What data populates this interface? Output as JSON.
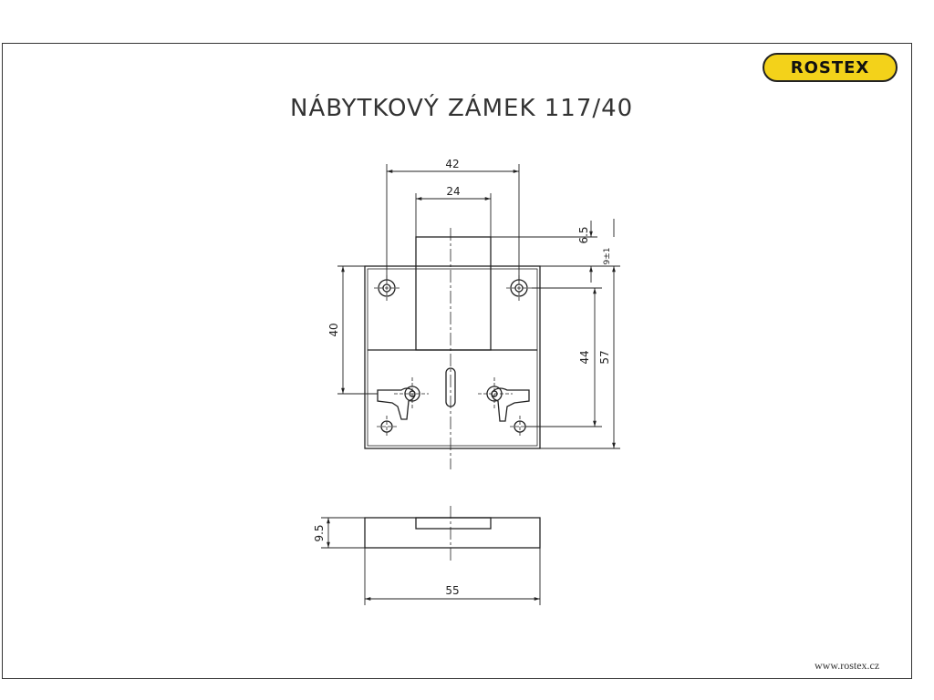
{
  "brand": {
    "logo_text": "ROSTEX",
    "logo_color": "#f3d21a"
  },
  "title": "NÁBYTKOVÝ ZÁMEK 117/40",
  "footer_url": "www.rostex.cz",
  "dimensions": {
    "top_outer_width": "42",
    "top_inner_width": "24",
    "offset_top": "6.5",
    "tolerance": "9±1",
    "left_height": "40",
    "hole_spacing": "44",
    "total_height": "57",
    "thickness": "9.5",
    "base_width": "55"
  }
}
